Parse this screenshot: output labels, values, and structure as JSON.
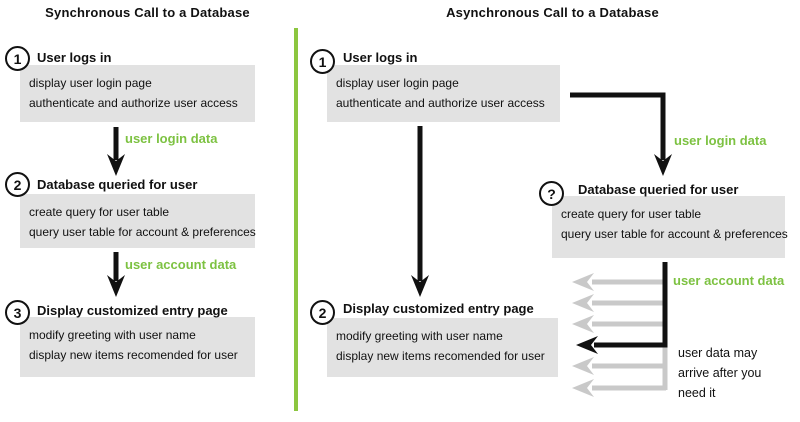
{
  "colors": {
    "accent_green_text": "#7dc242",
    "divider_green": "#8cc63f",
    "box_gray": "#e2e2e2",
    "faded_arrow_gray": "#c9c9c9",
    "arrow_black": "#111111"
  },
  "left_panel": {
    "title": "Synchronous Call to a Database",
    "steps": [
      {
        "num": "1",
        "title": "User logs in",
        "lines": [
          "display user login page",
          "authenticate and authorize user access"
        ]
      },
      {
        "num": "2",
        "title": "Database queried for user",
        "lines": [
          "create query for user table",
          "query user table for account & preferences"
        ]
      },
      {
        "num": "3",
        "title": "Display customized entry page",
        "lines": [
          "modify greeting with user name",
          "display new items recomended for user"
        ]
      }
    ],
    "labels": [
      "user login data",
      "user account data"
    ]
  },
  "right_panel": {
    "title": "Asynchronous Call to a Database",
    "steps": [
      {
        "num": "1",
        "title": "User logs in",
        "lines": [
          "display user login page",
          "authenticate and authorize user access"
        ]
      },
      {
        "num": "?",
        "title": "Database queried for user",
        "lines": [
          "create query for user table",
          "query user table for account & preferences"
        ]
      },
      {
        "num": "2",
        "title": "Display customized entry page",
        "lines": [
          "modify greeting with user name",
          "display new items recomended for user"
        ]
      }
    ],
    "labels": [
      "user login data",
      "user account data"
    ],
    "note_lines": [
      "user data may",
      "arrive after you",
      "need it"
    ]
  }
}
